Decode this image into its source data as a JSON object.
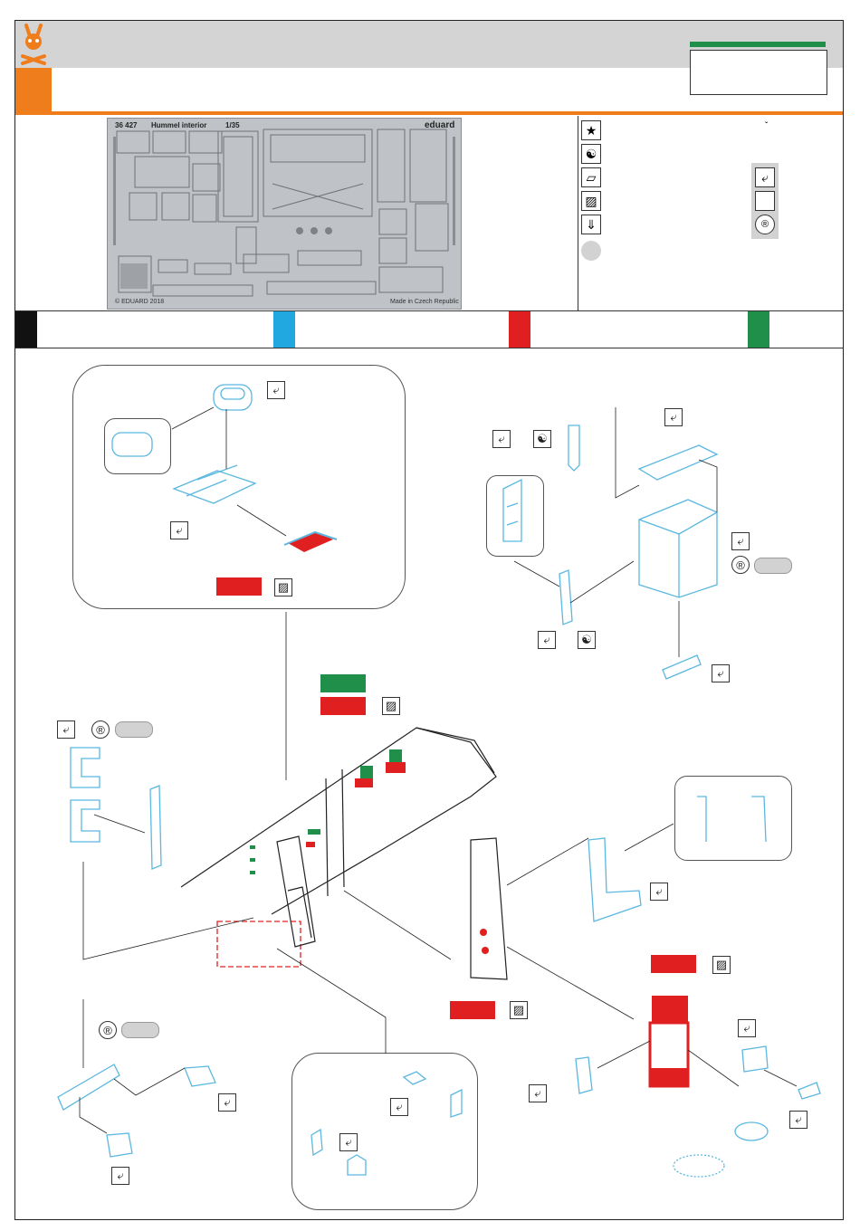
{
  "fret": {
    "code": "36 427",
    "name": "Hummel interior",
    "scale": "1/35",
    "brand": "eduard",
    "copyright": "© EDUARD 2018",
    "origin": "Made in Czech Republic"
  },
  "legend": {
    "symbols": [
      "star-icon",
      "yin-yang-icon",
      "parallelogram-icon",
      "hatched-icon",
      "drill-icon",
      "grey-circle-icon"
    ],
    "right_symbols": [
      "check-icon",
      "blank-square-icon",
      "r-circle-icon"
    ],
    "tick_mark": "ˇ"
  },
  "colors": {
    "orange": "#ef7d1c",
    "green": "#1f8f4a",
    "red": "#e02020",
    "cyan": "#22a8e0",
    "black": "#111111",
    "part_line": "#5ab7e0"
  },
  "color_strip": [
    "black",
    "cyan",
    "red",
    "green"
  ]
}
